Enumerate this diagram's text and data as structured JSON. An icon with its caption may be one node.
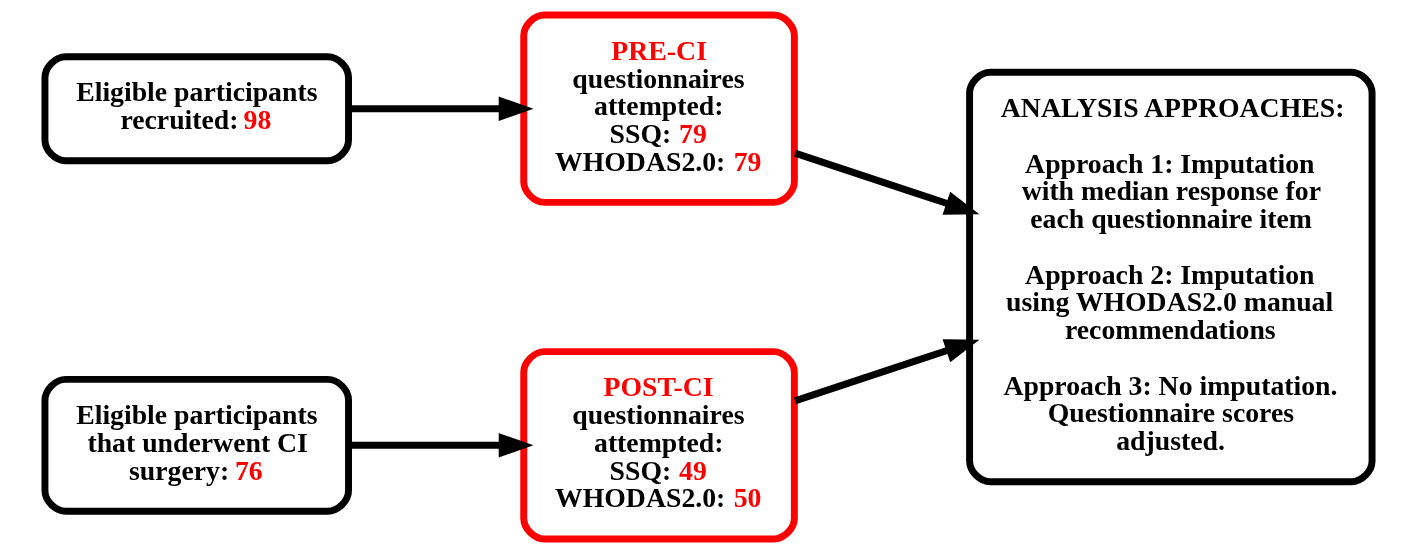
{
  "diagram": {
    "nodes": [
      {
        "text": [
          "Eligible participants recruited: 98"
        ]
      },
      {
        "text": [
          "PRE-CI",
          "questionnaires attempted:",
          "SSQ: 79",
          "WHODAS2.0: 79"
        ]
      },
      {
        "text": [
          "ANALYSIS APPROACHES:",
          "Approach 1: Imputation with median response for each questionnaire item",
          "Approach 2: Imputation using WHODAS2.0 manual recommendations",
          "Approach 3: No imputation. Questionnaire scores adjusted."
        ]
      },
      {
        "text": [
          "Eligible participants that underwent CI surgery: 76"
        ]
      },
      {
        "text": [
          "POST-CI",
          "questionnaires attempted:",
          "SSQ: 49",
          "WHODAS2.0: 50"
        ]
      }
    ],
    "edges": [
      {
        "from": 0,
        "to": 1,
        "arrow": "to"
      },
      {
        "from": 1,
        "to": 2,
        "arrow": "to"
      },
      {
        "from": 3,
        "to": 4,
        "arrow": "to"
      },
      {
        "from": 4,
        "to": 2,
        "arrow": "to"
      }
    ]
  }
}
